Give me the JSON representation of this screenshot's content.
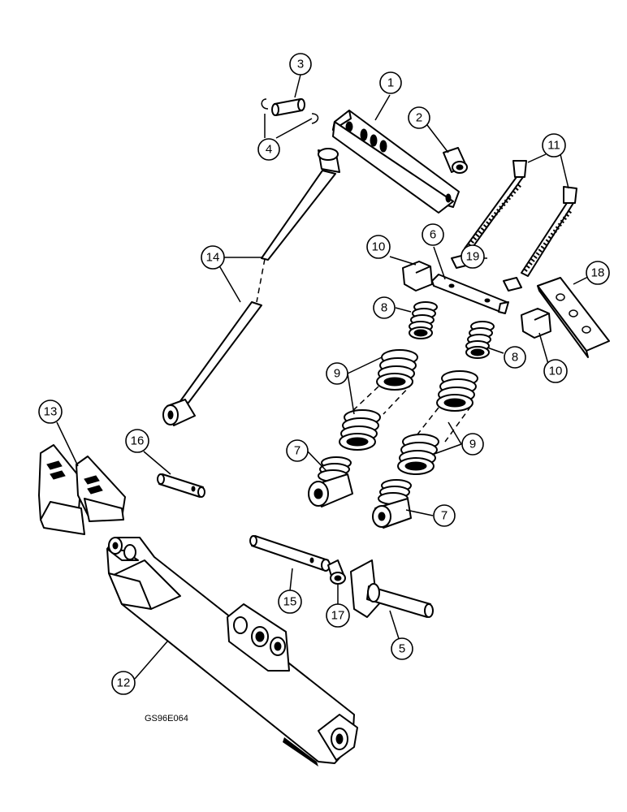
{
  "figure_id": "GS96E064",
  "callouts": [
    "1",
    "2",
    "3",
    "4",
    "5",
    "6",
    "7",
    "7",
    "8",
    "8",
    "9",
    "9",
    "10",
    "10",
    "11",
    "12",
    "13",
    "14",
    "15",
    "16",
    "17",
    "18",
    "19"
  ]
}
